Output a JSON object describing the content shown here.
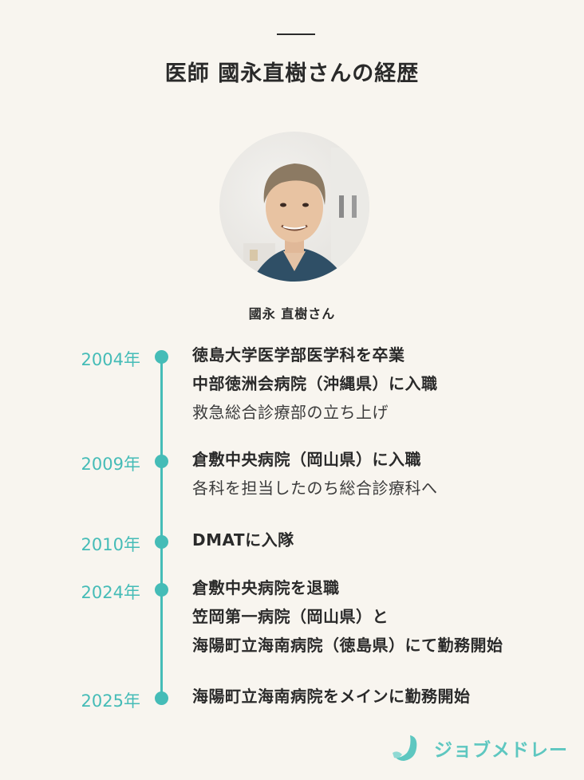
{
  "header": {
    "title": "医師 國永直樹さんの経歴"
  },
  "profile": {
    "name": "國永 直樹さん",
    "photo_alt": "portrait-photo"
  },
  "timeline": {
    "accent_color": "#45bcb7",
    "entries": [
      {
        "year": "2004年",
        "lines": [
          {
            "text": "徳島大学医学部医学科を卒業",
            "weight": "bold"
          },
          {
            "text": "中部徳洲会病院（沖縄県）に入職",
            "weight": "bold"
          },
          {
            "text": "救急総合診療部の立ち上げ",
            "weight": "normal"
          }
        ]
      },
      {
        "year": "2009年",
        "lines": [
          {
            "text": "倉敷中央病院（岡山県）に入職",
            "weight": "bold"
          },
          {
            "text": "各科を担当したのち総合診療科へ",
            "weight": "normal"
          }
        ]
      },
      {
        "year": "2010年",
        "lines": [
          {
            "text": "DMATに入隊",
            "weight": "bold"
          }
        ]
      },
      {
        "year": "2024年",
        "lines": [
          {
            "text": "倉敷中央病院を退職",
            "weight": "bold"
          },
          {
            "text": "笠岡第一病院（岡山県）と",
            "weight": "bold"
          },
          {
            "text": "海陽町立海南病院（徳島県）にて勤務開始",
            "weight": "bold"
          }
        ]
      },
      {
        "year": "2025年",
        "lines": [
          {
            "text": "海陽町立海南病院をメインに勤務開始",
            "weight": "bold"
          }
        ]
      }
    ]
  },
  "footer": {
    "logo_text": "ジョブメドレー",
    "logo_color": "#5ec7c0"
  }
}
